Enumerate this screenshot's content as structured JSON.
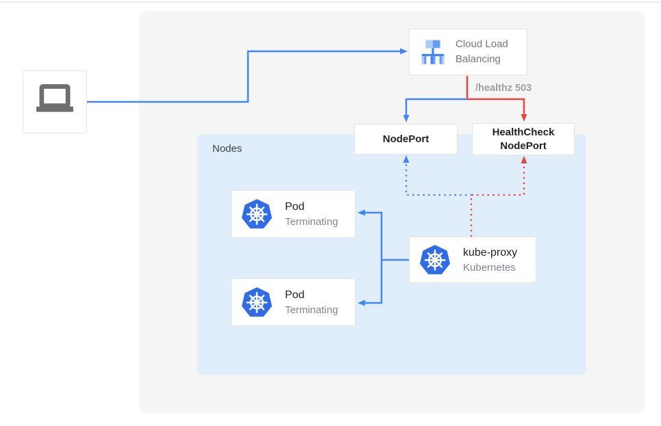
{
  "colors": {
    "blue": "#4285f4",
    "red": "#e8453c",
    "k8s_blue": "#326ce5",
    "panel_bg": "#f5f5f6",
    "nodes_bg": "#e0eefb",
    "box_border": "#e3e3e3",
    "text_dark": "#202124",
    "text_gray": "#757575",
    "healthz_gray": "#9aa0a6",
    "laptop_gray": "#6e6e6e",
    "top_rule": "#ececec"
  },
  "diagram": {
    "client": {
      "icon": "laptop-icon"
    },
    "cloud_load_balancing": {
      "title": "Cloud Load Balancing",
      "icon": "load-balancer-icon"
    },
    "healthz_label": "/healthz 503",
    "nodeport": {
      "label": "NodePort"
    },
    "healthcheck_nodeport": {
      "label": "HealthCheck NodePort"
    },
    "nodes_group": {
      "label": "Nodes"
    },
    "pods": [
      {
        "title": "Pod",
        "subtitle": "Terminating",
        "icon": "kubernetes-icon"
      },
      {
        "title": "Pod",
        "subtitle": "Terminating",
        "icon": "kubernetes-icon"
      }
    ],
    "kube_proxy": {
      "title": "kube-proxy",
      "subtitle": "Kubernetes",
      "icon": "kubernetes-icon"
    }
  }
}
